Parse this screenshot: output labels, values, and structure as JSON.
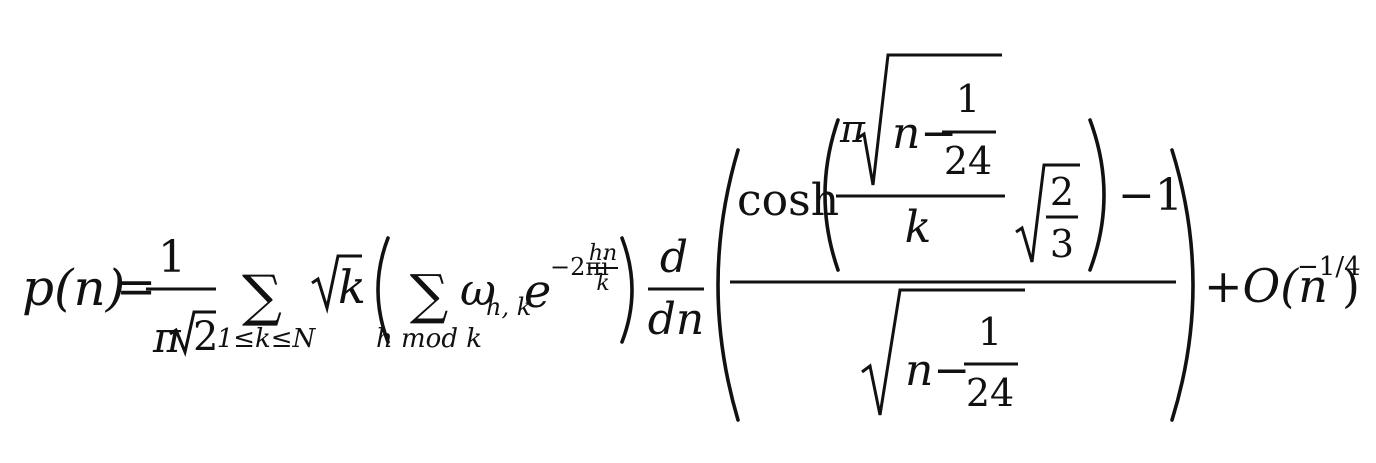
{
  "formula": {
    "lhs": "p(n)",
    "equals": "=",
    "outer_fraction": {
      "numerator": "1",
      "denominator_symbol": "π",
      "denominator_radicand": "2"
    },
    "outer_sum": {
      "symbol": "∑",
      "limits": "1≤k≤N"
    },
    "sqrt_k_radicand": "k",
    "inner_sum": {
      "symbol": "∑",
      "limits": "h mod k"
    },
    "omega": "ω",
    "omega_subscript": "h, k",
    "exp_base": "e",
    "exp_prefix": "−2πi",
    "exp_frac_numerator": "hn",
    "exp_frac_denominator": "k",
    "derivative": {
      "numerator": "d",
      "denominator": "dn"
    },
    "cosh_label": "cosh",
    "cosh_arg": {
      "pi": "π",
      "radicand_n": "n−",
      "radicand_frac_numerator": "1",
      "radicand_frac_denominator": "24",
      "denominator": "k",
      "sqrt_frac_numerator": "2",
      "sqrt_frac_denominator": "3"
    },
    "minus_one": "−1",
    "main_denominator": {
      "radicand_n": "n−",
      "frac_numerator": "1",
      "frac_denominator": "24"
    },
    "error_term": {
      "prefix": "+O(n",
      "exponent": "−1/4",
      "close": ")"
    }
  }
}
